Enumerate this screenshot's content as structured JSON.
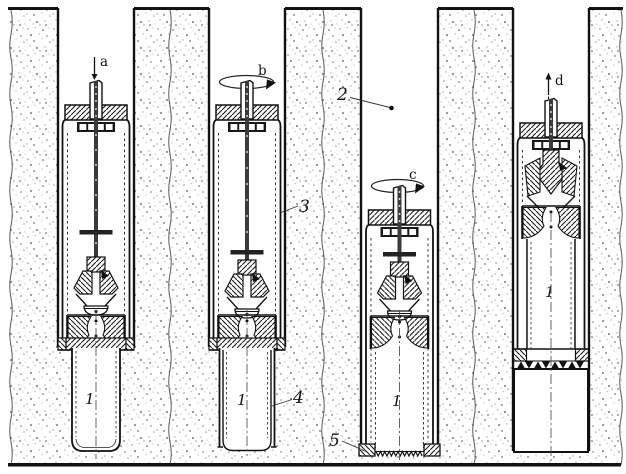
{
  "diagram": {
    "kind": "borehole-fishing-tool-four-stage-cross-section",
    "background_color": "#ffffff",
    "ink_color": "#161616",
    "rock_stipple_color": "#989898",
    "stage_labels": {
      "a": "a",
      "b": "b",
      "c": "c",
      "d": "d"
    },
    "stage_motions": {
      "a": "lower-down",
      "b": "rotate",
      "c": "rotate",
      "d": "pull-up"
    },
    "part_labels": {
      "pipe": "1",
      "borehole": "2",
      "housing": "3",
      "sleeve": "4",
      "shoe": "5"
    }
  }
}
